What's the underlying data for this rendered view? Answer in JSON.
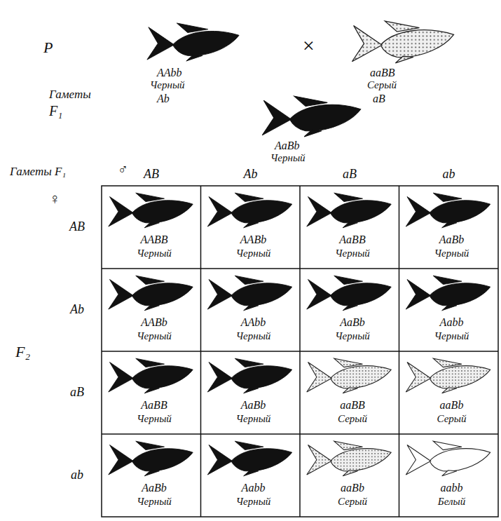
{
  "diagram": {
    "labels": [
      "P",
      "AAbb",
      "Черный",
      "×",
      "aaBB",
      "Серый",
      "Гаметы",
      "Ab",
      "aB",
      "F₁",
      "AaBb",
      "Черный",
      "Гаметы F₁",
      "♂",
      "AB",
      "Ab",
      "aB",
      "ab",
      "♀",
      "AB",
      "AABB",
      "Черный",
      "AABb",
      "Черный",
      "AaBB",
      "Черный",
      "AaBb",
      "Черный",
      "Ab",
      "AABb",
      "Черный",
      "AAbb",
      "Черный",
      "AaBb",
      "Черный",
      "Aabb",
      "Черный",
      "aB",
      "AaBB",
      "Черный",
      "AaBb",
      "Черный",
      "aaBB",
      "Серый",
      "aaBb",
      "Серый",
      "ab",
      "AaBb",
      "Черный",
      "Aabb",
      "Черный",
      "aaBb",
      "Серый",
      "aabb",
      "Белый",
      "F₂"
    ]
  }
}
